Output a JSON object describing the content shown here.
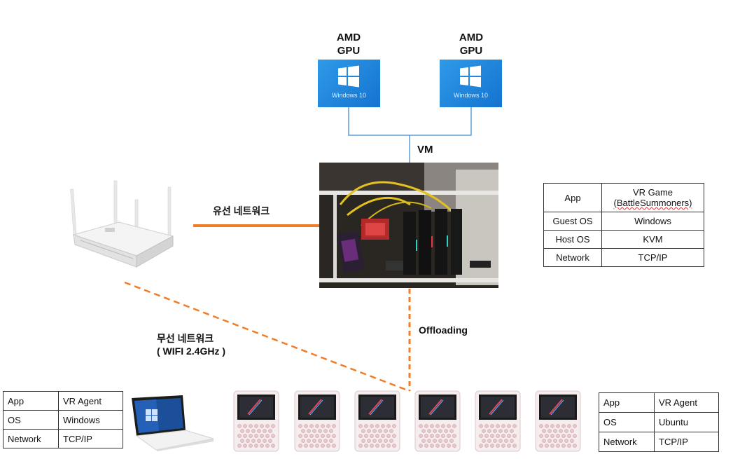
{
  "gpus": [
    {
      "label_line1": "AMD",
      "label_line2": "GPU",
      "os_text": "Windows 10"
    },
    {
      "label_line1": "AMD",
      "label_line2": "GPU",
      "os_text": "Windows 10"
    }
  ],
  "vm_label": "VM",
  "wired_label": "유선 네트워크",
  "wireless_label_line1": "무선 네트워크",
  "wireless_label_line2": "( WIFI 2.4GHz )",
  "offloading_label": "Offloading",
  "server_table": {
    "rows": [
      {
        "key": "App",
        "value_line1": "VR Game",
        "value_line2": "(BattleSummoners)"
      },
      {
        "key": "Guest OS",
        "value": "Windows"
      },
      {
        "key": "Host OS",
        "value": "KVM"
      },
      {
        "key": "Network",
        "value": "TCP/IP"
      }
    ]
  },
  "laptop_table": {
    "rows": [
      {
        "key": "App",
        "value": "VR Agent"
      },
      {
        "key": "OS",
        "value": "Windows"
      },
      {
        "key": "Network",
        "value": "TCP/IP"
      }
    ]
  },
  "device_table": {
    "rows": [
      {
        "key": "App",
        "value": "VR Agent"
      },
      {
        "key": "OS",
        "value": "Ubuntu"
      },
      {
        "key": "Network",
        "value": "TCP/IP"
      }
    ]
  },
  "colors": {
    "wired_line": "#f07d2a",
    "wireless_line": "#f07d2a",
    "gpu_connector": "#5b9bd5",
    "windows_tile": "#1e88e5"
  }
}
